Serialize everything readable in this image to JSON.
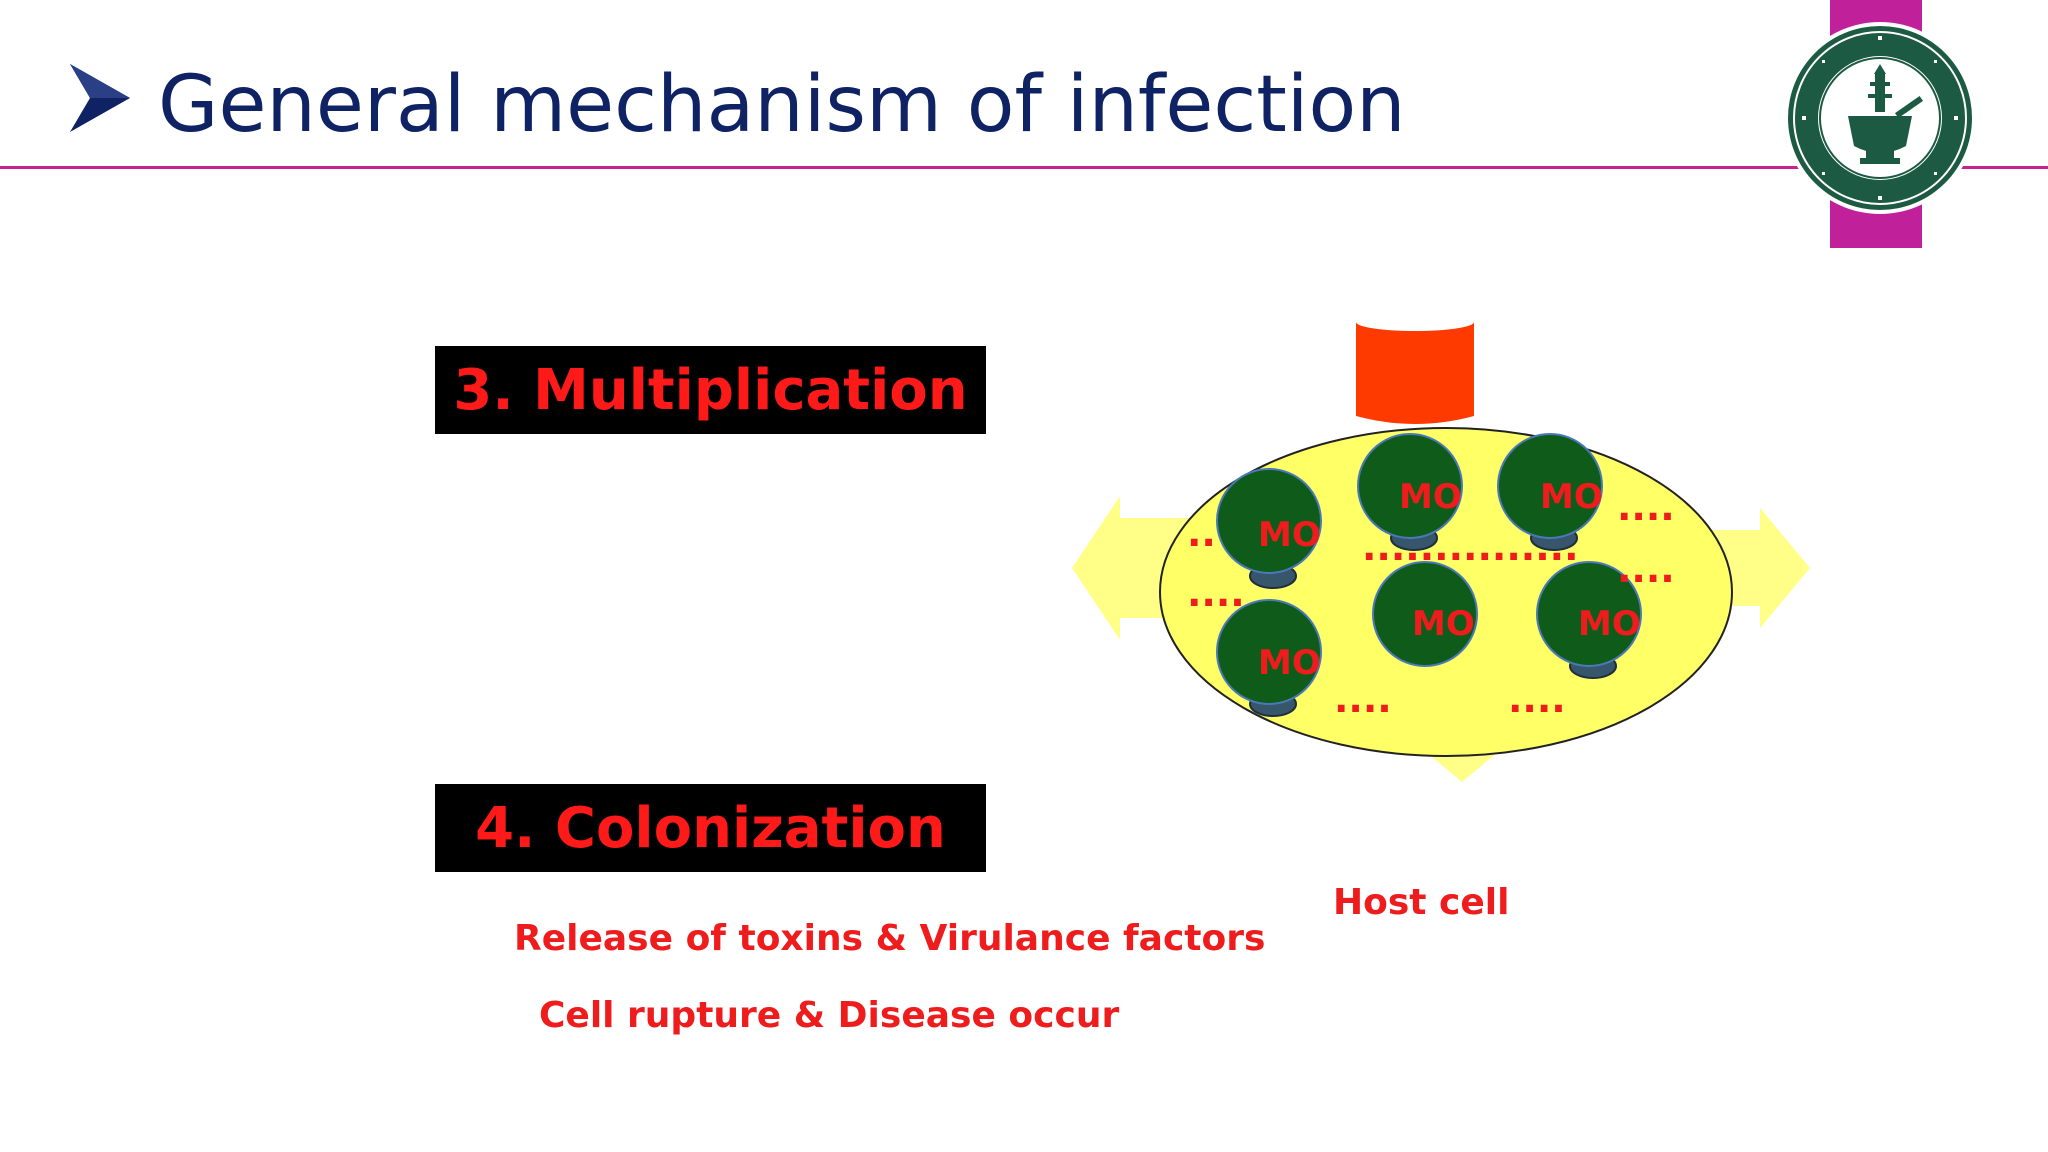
{
  "slide": {
    "title": "General mechanism of infection",
    "logo_icon": "faculty-of-pharmacy-seal-icon",
    "colors": {
      "title": "#0e2264",
      "accent_rule": "#c6238f",
      "stage_box_bg": "#000000",
      "stage_text": "#ff1a1a",
      "note_text": "#ee1c1c",
      "host_cell": "#ffff66",
      "microorganism": "#0f5c1a",
      "entry_tube": "#ff3a00",
      "arrows": "#ffff88"
    }
  },
  "stages": {
    "multiplication": "3. Multiplication",
    "colonization": "4. Colonization"
  },
  "notes": {
    "release": "Release of toxins & Virulance factors",
    "rupture": "Cell rupture & Disease occur",
    "host_cell": "Host cell"
  },
  "diagram": {
    "mo_label": "MO",
    "dots_4": "....",
    "dots_2": "..",
    "dots_long": "..............."
  }
}
